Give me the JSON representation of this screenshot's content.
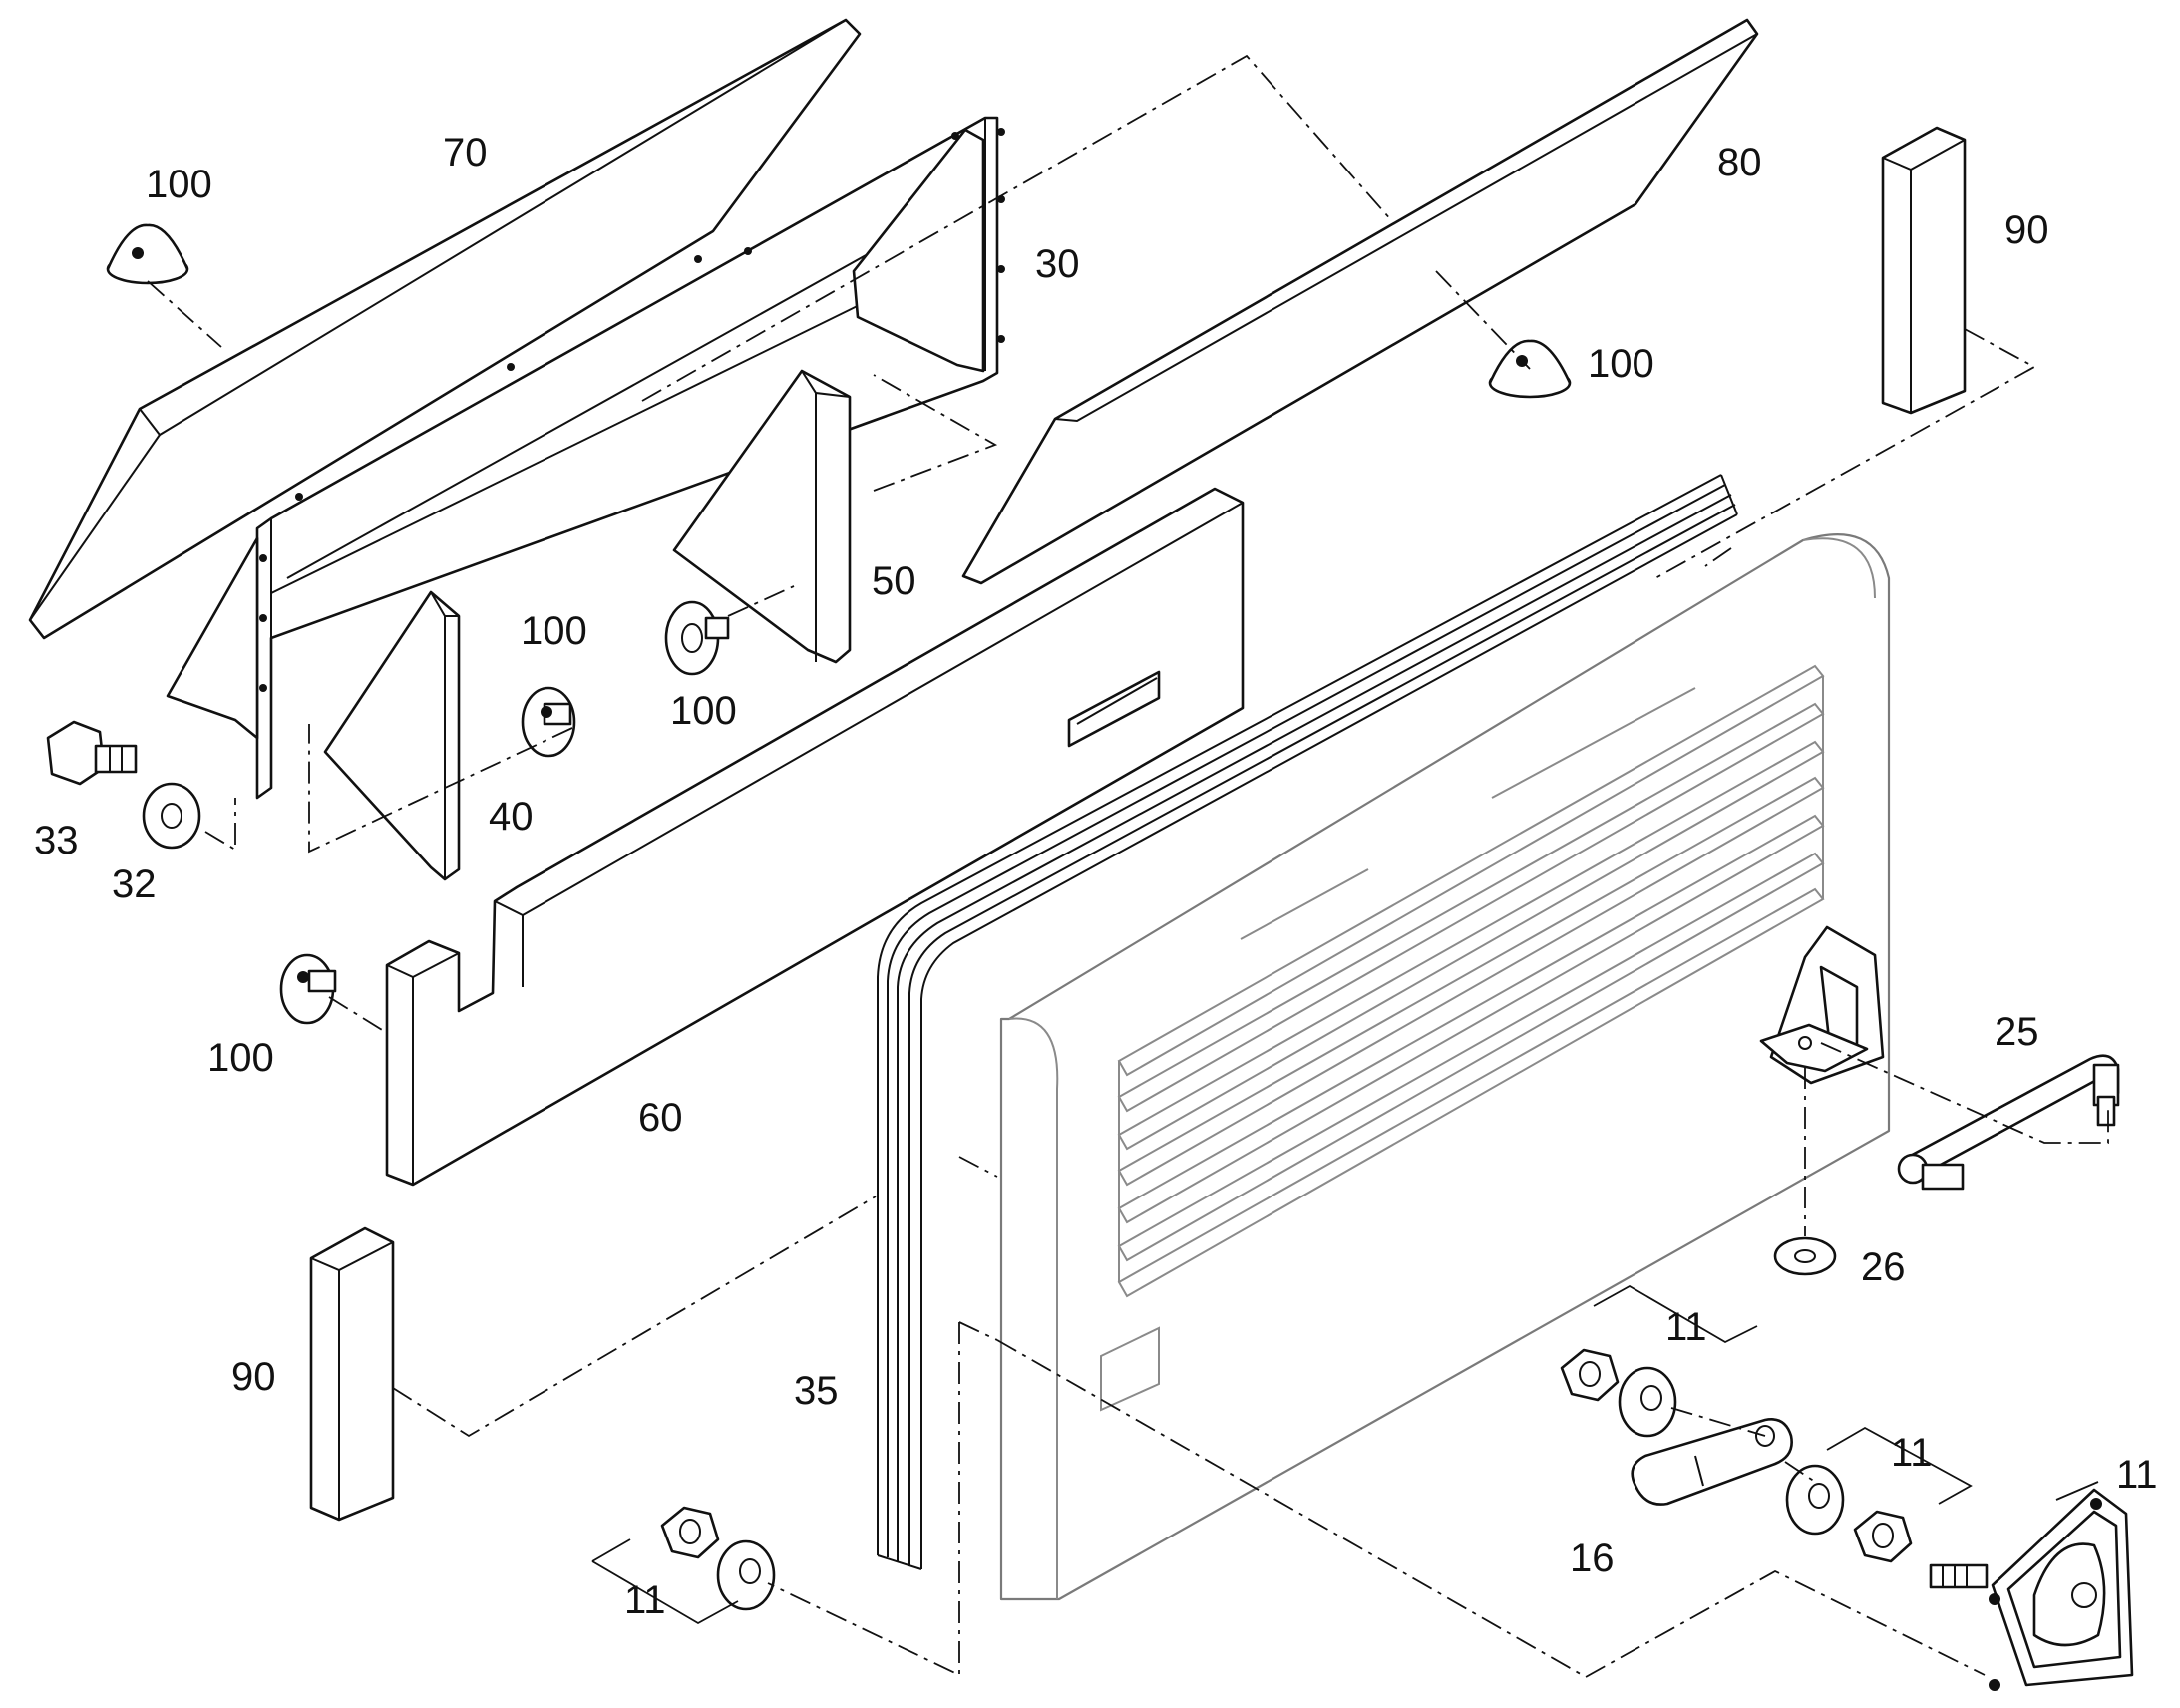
{
  "diagram": {
    "type": "exploded-parts-view",
    "callouts": [
      {
        "id": "c-70",
        "label": "70"
      },
      {
        "id": "c-100-a",
        "label": "100"
      },
      {
        "id": "c-30",
        "label": "30"
      },
      {
        "id": "c-80",
        "label": "80"
      },
      {
        "id": "c-90-a",
        "label": "90"
      },
      {
        "id": "c-100-b",
        "label": "100"
      },
      {
        "id": "c-50",
        "label": "50"
      },
      {
        "id": "c-100-c",
        "label": "100"
      },
      {
        "id": "c-100-d",
        "label": "100"
      },
      {
        "id": "c-33",
        "label": "33"
      },
      {
        "id": "c-32",
        "label": "32"
      },
      {
        "id": "c-40",
        "label": "40"
      },
      {
        "id": "c-100-e",
        "label": "100"
      },
      {
        "id": "c-60",
        "label": "60"
      },
      {
        "id": "c-25",
        "label": "25"
      },
      {
        "id": "c-26",
        "label": "26"
      },
      {
        "id": "c-90-b",
        "label": "90"
      },
      {
        "id": "c-35",
        "label": "35"
      },
      {
        "id": "c-11-a",
        "label": "11"
      },
      {
        "id": "c-11-b",
        "label": "11"
      },
      {
        "id": "c-11-c",
        "label": "11"
      },
      {
        "id": "c-16",
        "label": "16"
      },
      {
        "id": "c-11-d",
        "label": "11"
      }
    ]
  }
}
